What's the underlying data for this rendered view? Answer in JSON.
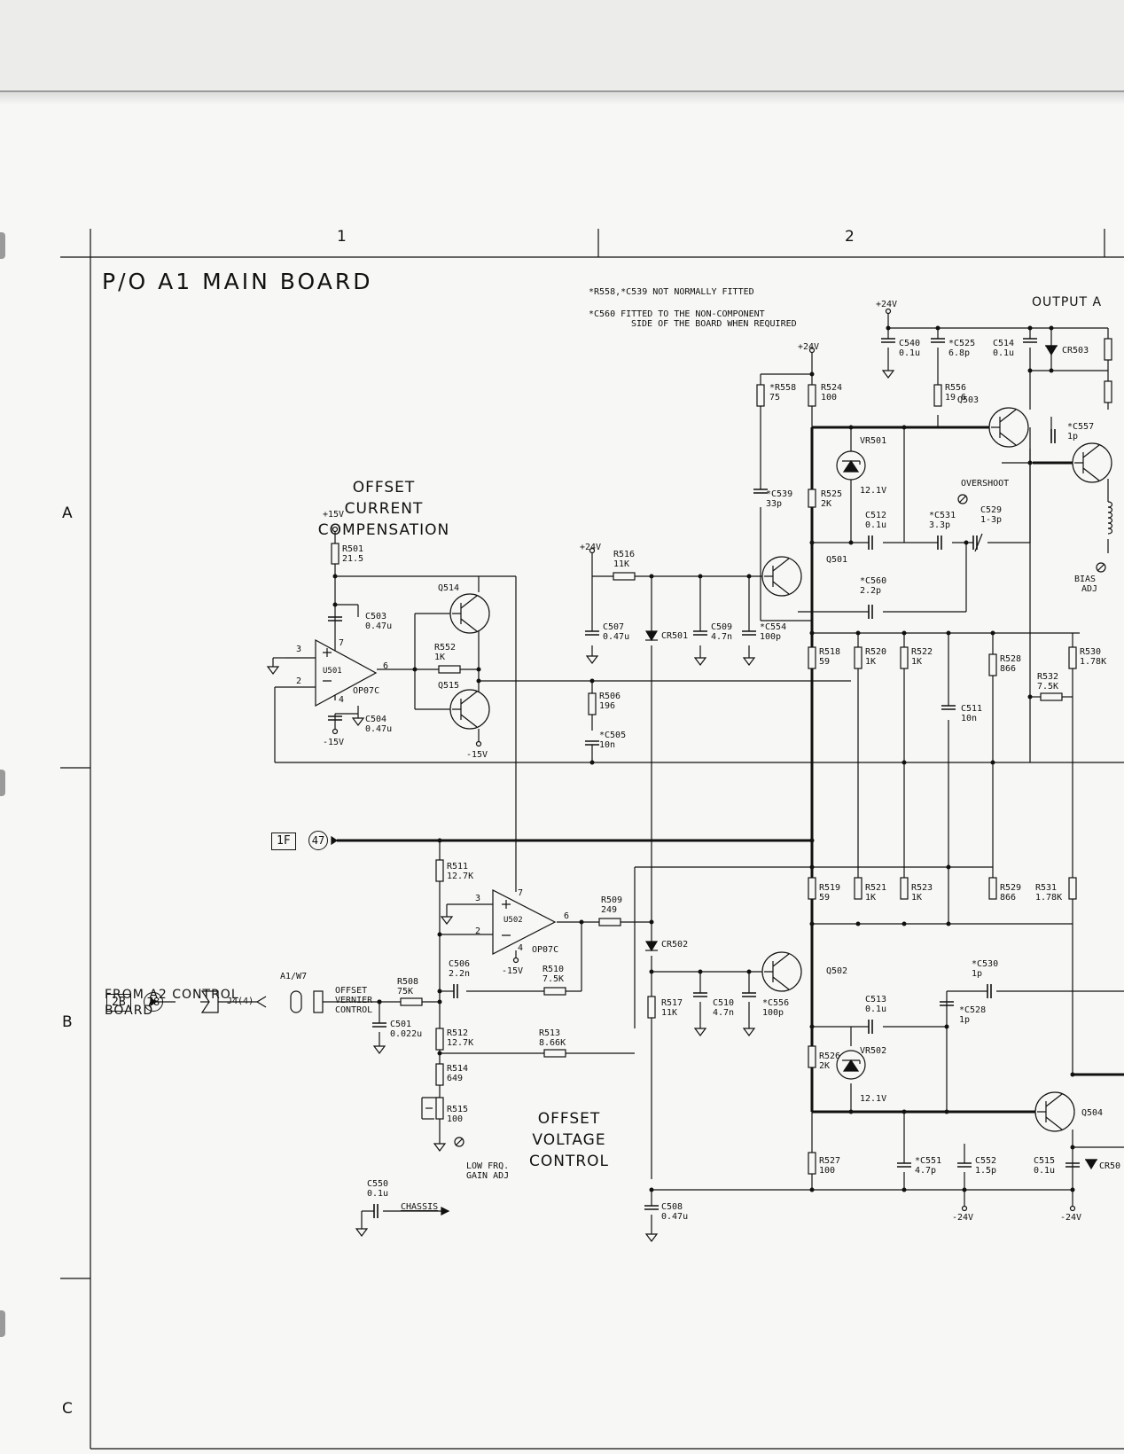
{
  "grid": {
    "columns": [
      "1",
      "2"
    ],
    "rows": [
      "A",
      "B",
      "C"
    ]
  },
  "title": "P/O A1 MAIN BOARD",
  "notes": [
    "*R558,*C539 NOT NORMALLY FITTED",
    "*C560 FITTED TO THE NON-COMPONENT",
    "SIDE OF THE BOARD WHEN REQUIRED"
  ],
  "sections": {
    "offset_current": [
      "OFFSET",
      "CURRENT",
      "COMPENSATION"
    ],
    "offset_voltage": [
      "OFFSET",
      "VOLTAGE",
      "CONTROL"
    ],
    "output": "OUTPUT A"
  },
  "from_control": [
    "FROM A2 CONTROL",
    "BOARD"
  ],
  "connectors": {
    "c_1f": "1F",
    "c_47": "47",
    "c_2b": "2B",
    "c_78": "78",
    "j4": "J4(4)",
    "a1w7": "A1/W7"
  },
  "vernier": [
    "OFFSET",
    "VERNIER",
    "CONTROL"
  ],
  "adjust": {
    "overshoot": "OVERSHOOT",
    "bias": [
      "BIAS",
      "ADJ"
    ],
    "lowfreq": [
      "LOW FRQ.",
      "GAIN ADJ"
    ]
  },
  "chassis": "CHASSIS",
  "rails": {
    "p15": "+15V",
    "m15": "-15V",
    "p24": "+24V",
    "m24": "-24V"
  },
  "opamps": {
    "u501": {
      "ref": "U501",
      "type": "OP07C",
      "pins": [
        "3",
        "2",
        "7",
        "4",
        "6"
      ]
    },
    "u502": {
      "ref": "U502",
      "type": "OP07C",
      "pins": [
        "3",
        "2",
        "7",
        "4",
        "6"
      ]
    }
  },
  "transistors": [
    "Q514",
    "Q515",
    "Q501",
    "Q502",
    "Q503",
    "Q504"
  ],
  "zeners": {
    "vr501": [
      "VR501",
      "12.1V"
    ],
    "vr502": [
      "VR502",
      "12.1V"
    ]
  },
  "diodes": [
    "CR501",
    "CR502",
    "CR503",
    "CR50"
  ],
  "components": [
    {
      "ref": "R501",
      "value": "21.5"
    },
    {
      "ref": "C503",
      "value": "0.47u"
    },
    {
      "ref": "C504",
      "value": "0.47u"
    },
    {
      "ref": "R552",
      "value": "1K"
    },
    {
      "ref": "R516",
      "value": "11K"
    },
    {
      "ref": "C507",
      "value": "0.47u"
    },
    {
      "ref": "C509",
      "value": "4.7n"
    },
    {
      "ref": "*C554",
      "value": "100p"
    },
    {
      "ref": "R506",
      "value": "196"
    },
    {
      "ref": "*C505",
      "value": "10n"
    },
    {
      "ref": "*R558",
      "value": "75"
    },
    {
      "ref": "R524",
      "value": "100"
    },
    {
      "ref": "*C539",
      "value": "33p"
    },
    {
      "ref": "R525",
      "value": "2K"
    },
    {
      "ref": "C540",
      "value": "0.1u"
    },
    {
      "ref": "*C525",
      "value": "6.8p"
    },
    {
      "ref": "C514",
      "value": "0.1u"
    },
    {
      "ref": "R556",
      "value": "19.6"
    },
    {
      "ref": "*C557",
      "value": "1p"
    },
    {
      "ref": "C512",
      "value": "0.1u"
    },
    {
      "ref": "*C531",
      "value": "3.3p"
    },
    {
      "ref": "C529",
      "value": "1-3p"
    },
    {
      "ref": "*C560",
      "value": "2.2p"
    },
    {
      "ref": "R518",
      "value": "59"
    },
    {
      "ref": "R520",
      "value": "1K"
    },
    {
      "ref": "R522",
      "value": "1K"
    },
    {
      "ref": "R528",
      "value": "866"
    },
    {
      "ref": "R530",
      "value": "1.78K"
    },
    {
      "ref": "R532",
      "value": "7.5K"
    },
    {
      "ref": "C511",
      "value": "10n"
    },
    {
      "ref": "R511",
      "value": "12.7K"
    },
    {
      "ref": "R509",
      "value": "249"
    },
    {
      "ref": "C506",
      "value": "2.2n"
    },
    {
      "ref": "R510",
      "value": "7.5K"
    },
    {
      "ref": "R508",
      "value": "75K"
    },
    {
      "ref": "C501",
      "value": "0.022u"
    },
    {
      "ref": "R512",
      "value": "12.7K"
    },
    {
      "ref": "R513",
      "value": "8.66K"
    },
    {
      "ref": "R514",
      "value": "649"
    },
    {
      "ref": "R515",
      "value": "100"
    },
    {
      "ref": "C550",
      "value": "0.1u"
    },
    {
      "ref": "R519",
      "value": "59"
    },
    {
      "ref": "R521",
      "value": "1K"
    },
    {
      "ref": "R523",
      "value": "1K"
    },
    {
      "ref": "R529",
      "value": "866"
    },
    {
      "ref": "R531",
      "value": "1.78K"
    },
    {
      "ref": "R517",
      "value": "11K"
    },
    {
      "ref": "C510",
      "value": "4.7n"
    },
    {
      "ref": "*C556",
      "value": "100p"
    },
    {
      "ref": "*C530",
      "value": "1p"
    },
    {
      "ref": "*C528",
      "value": "1p"
    },
    {
      "ref": "C513",
      "value": "0.1u"
    },
    {
      "ref": "R526",
      "value": "2K"
    },
    {
      "ref": "R527",
      "value": "100"
    },
    {
      "ref": "*C551",
      "value": "4.7p"
    },
    {
      "ref": "C552",
      "value": "1.5p"
    },
    {
      "ref": "C515",
      "value": "0.1u"
    },
    {
      "ref": "C508",
      "value": "0.47u"
    }
  ]
}
